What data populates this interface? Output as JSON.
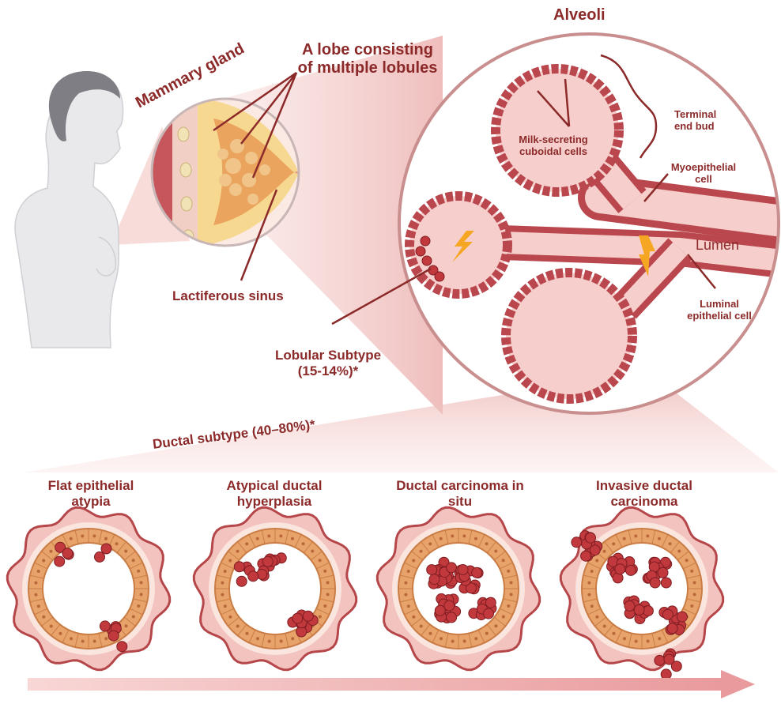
{
  "top": {
    "alveoli": "Alveoli",
    "mammary_gland": "Mammary gland",
    "lobe_line1": "A lobe consisting",
    "lobe_line2": "of multiple lobules",
    "lactiferous_sinus": "Lactiferous sinus",
    "lobular_line1": "Lobular Subtype",
    "lobular_line2": "(15-14%)*",
    "ductal_subtype": "Ductal subtype (40–80%)*"
  },
  "alveoli_labels": {
    "milk_line1": "Milk-secreting",
    "milk_line2": "cuboidal cells",
    "terminal_line1": "Terminal",
    "terminal_line2": "end bud",
    "myo_line1": "Myoepithelial",
    "myo_line2": "cell",
    "lumen": "Lumen",
    "luminal_line1": "Luminal",
    "luminal_line2": "epithelial cell"
  },
  "stages": [
    {
      "line1": "Flat epithelial",
      "line2": "atypia"
    },
    {
      "line1": "Atypical ductal",
      "line2": "hyperplasia"
    },
    {
      "line1": "Ductal carcinoma in",
      "line2": "situ"
    },
    {
      "line1": "Invasive ductal",
      "line2": "carcinoma"
    }
  ],
  "colors": {
    "label": "#8c2a2a",
    "tissue_pink": "#f4c9c6",
    "duct_red": "#b5474a",
    "cell_orange": "#e8a36b",
    "tumor_red": "#c1393d",
    "bolt": "#f5a623"
  }
}
